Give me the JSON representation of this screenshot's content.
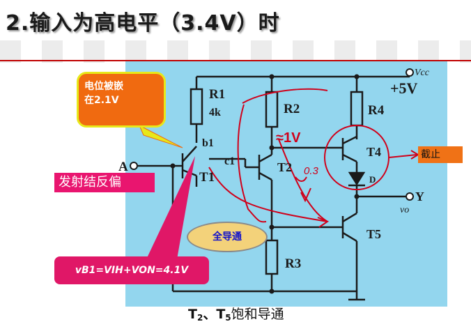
{
  "slide": {
    "title": "2.输入为高电平（3.4V）时",
    "caption_t2": "T",
    "caption_t2_sub": "2",
    "caption_mid": "、T",
    "caption_t5_sub": "5",
    "caption_tail": "饱和导通"
  },
  "annotations": {
    "orange_note": "电位被嵌\n在2.1V",
    "pink_label": "发射结反偏",
    "ellipse_label": "全导通",
    "formula": "vB1=VIH+VON=4.1V",
    "cutoff_tag": "截止",
    "voltage_red": "≈1V",
    "handwritten_03": "0.3"
  },
  "circuit": {
    "r1": "R1",
    "r1_value": "4k",
    "r2": "R2",
    "r3": "R3",
    "r4": "R4",
    "vcc": "Vcc",
    "supply": "+5V",
    "input": "A",
    "output": "Y",
    "vo": "vo",
    "b1": "b1",
    "c1": "c1",
    "t1": "T1",
    "t2": "T2",
    "t4": "T4",
    "t5": "T5",
    "d": "D"
  },
  "colors": {
    "panel": "#93d6ee",
    "wire": "#1a1a1a",
    "annotation_red": "#d0001a",
    "orange": "#f06a10",
    "magenta": "#e01767",
    "rule": "#c00000"
  }
}
